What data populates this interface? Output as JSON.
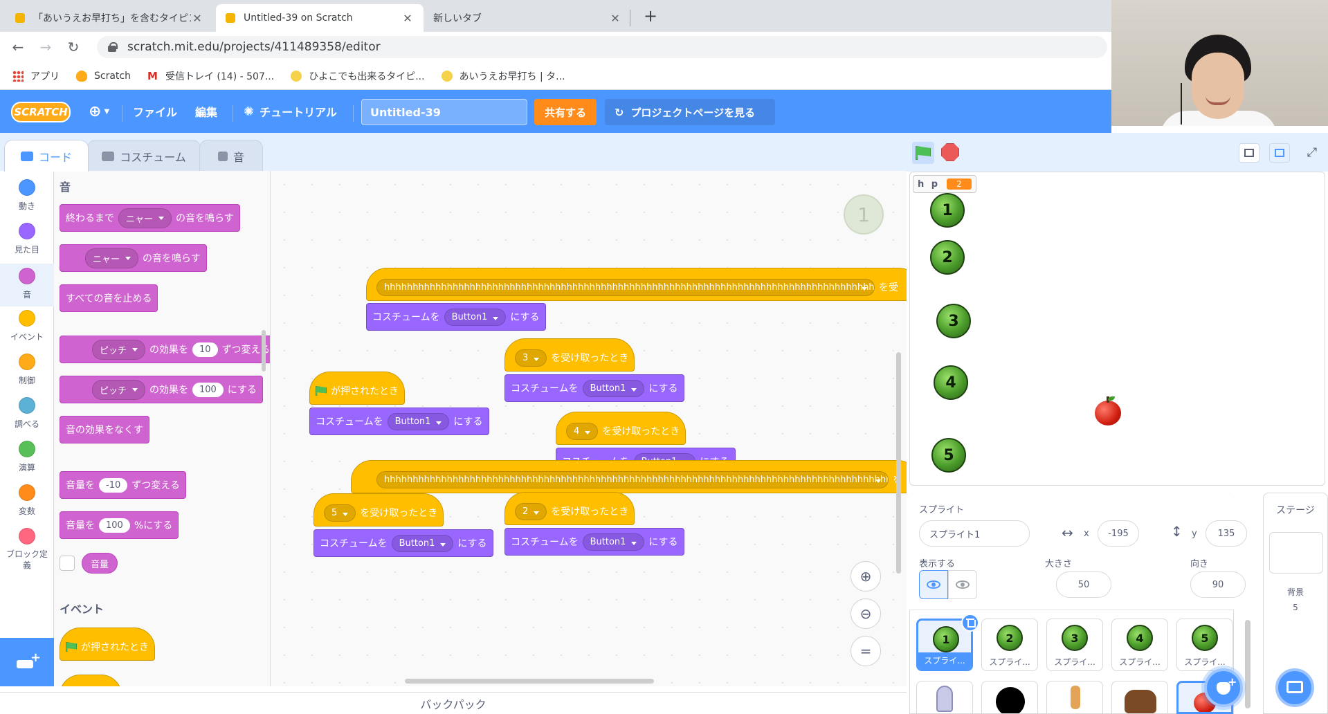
{
  "browser": {
    "tabs": [
      {
        "title": "「あいうえお早打ち」を含むタイピング",
        "active": false
      },
      {
        "title": "Untitled-39 on Scratch",
        "active": true
      },
      {
        "title": "新しいタブ",
        "active": false
      }
    ],
    "url": "scratch.mit.edu/projects/411489358/editor",
    "bookmarks": [
      "アプリ",
      "Scratch",
      "受信トレイ (14) - 507...",
      "ひよこでも出来るタイピ...",
      "あいうえお早打ち | タ..."
    ]
  },
  "menubar": {
    "logo": "SCRATCH",
    "file": "ファイル",
    "edit": "編集",
    "tutorial": "チュートリアル",
    "project_title": "Untitled-39",
    "share": "共有する",
    "see_project": "プロジェクトページを見る"
  },
  "editor_tabs": {
    "code": "コード",
    "costume": "コスチューム",
    "sound": "音"
  },
  "categories": [
    {
      "label": "動き",
      "color": "#4c97ff"
    },
    {
      "label": "見た目",
      "color": "#9966ff"
    },
    {
      "label": "音",
      "color": "#cf63cf"
    },
    {
      "label": "イベント",
      "color": "#ffbf00"
    },
    {
      "label": "制御",
      "color": "#ffab19"
    },
    {
      "label": "調べる",
      "color": "#5cb1d6"
    },
    {
      "label": "演算",
      "color": "#59c059"
    },
    {
      "label": "変数",
      "color": "#ff8c1a"
    },
    {
      "label": "ブロック定義",
      "color": "#ff6680"
    }
  ],
  "palette": {
    "sound_header": "音",
    "play_until_done": {
      "pre": "終わるまで",
      "dd": "ニャー",
      "post": "の音を鳴らす"
    },
    "start_sound": {
      "dd": "ニャー",
      "post": "の音を鳴らす"
    },
    "stop_all": "すべての音を止める",
    "change_effect": {
      "dd": "ピッチ",
      "mid": "の効果を",
      "num": "10",
      "post": "ずつ変える"
    },
    "set_effect": {
      "dd": "ピッチ",
      "mid": "の効果を",
      "num": "100",
      "post": "にする"
    },
    "clear_effects": "音の効果をなくす",
    "change_volume": {
      "pre": "音量を",
      "num": "-10",
      "post": "ずつ変える"
    },
    "set_volume": {
      "pre": "音量を",
      "num": "100",
      "post": "%にする"
    },
    "volume_reporter": "音量",
    "event_header": "イベント",
    "flag_clicked": "が押されたとき"
  },
  "scripts": {
    "long_message": "hhhhhhhhhhhhhhhhhhhhhhhhhhhhhhhhhhhhhhhhhhhhhhhhhhhhhhhhhhhhhhhhhhhhhhhhhhhhhhhhhhhhhhhhhhhhhhh",
    "receive_short": "を受",
    "receive_edge": "を",
    "costume_to": "コスチュームを",
    "costume_value": "Button1",
    "set_suffix": "にする",
    "receive_label": "を受け取ったとき",
    "flag_clicked": "が押されたとき",
    "msg3": "3",
    "msg4": "4",
    "msg5": "5",
    "msg2": "2",
    "ws_sprite_num": "1"
  },
  "backpack": "バックパック",
  "stage": {
    "monitor_label": "h p",
    "monitor_value": "2",
    "balls": [
      "1",
      "2",
      "3",
      "4",
      "5"
    ]
  },
  "sprite_info": {
    "sprite_label": "スプライト",
    "sprite_name": "スプライト1",
    "x_label": "x",
    "x": "-195",
    "y_label": "y",
    "y": "135",
    "show_label": "表示する",
    "size_label": "大きさ",
    "size": "50",
    "direction_label": "向き",
    "direction": "90"
  },
  "sprites": [
    {
      "num": "1",
      "name": "スプライ..."
    },
    {
      "num": "2",
      "name": "スプライ..."
    },
    {
      "num": "3",
      "name": "スプライ..."
    },
    {
      "num": "4",
      "name": "スプライ..."
    },
    {
      "num": "5",
      "name": "スプライ..."
    }
  ],
  "stage_panel": {
    "title": "ステージ",
    "backdrop_label": "背景",
    "backdrop_count": "5"
  }
}
